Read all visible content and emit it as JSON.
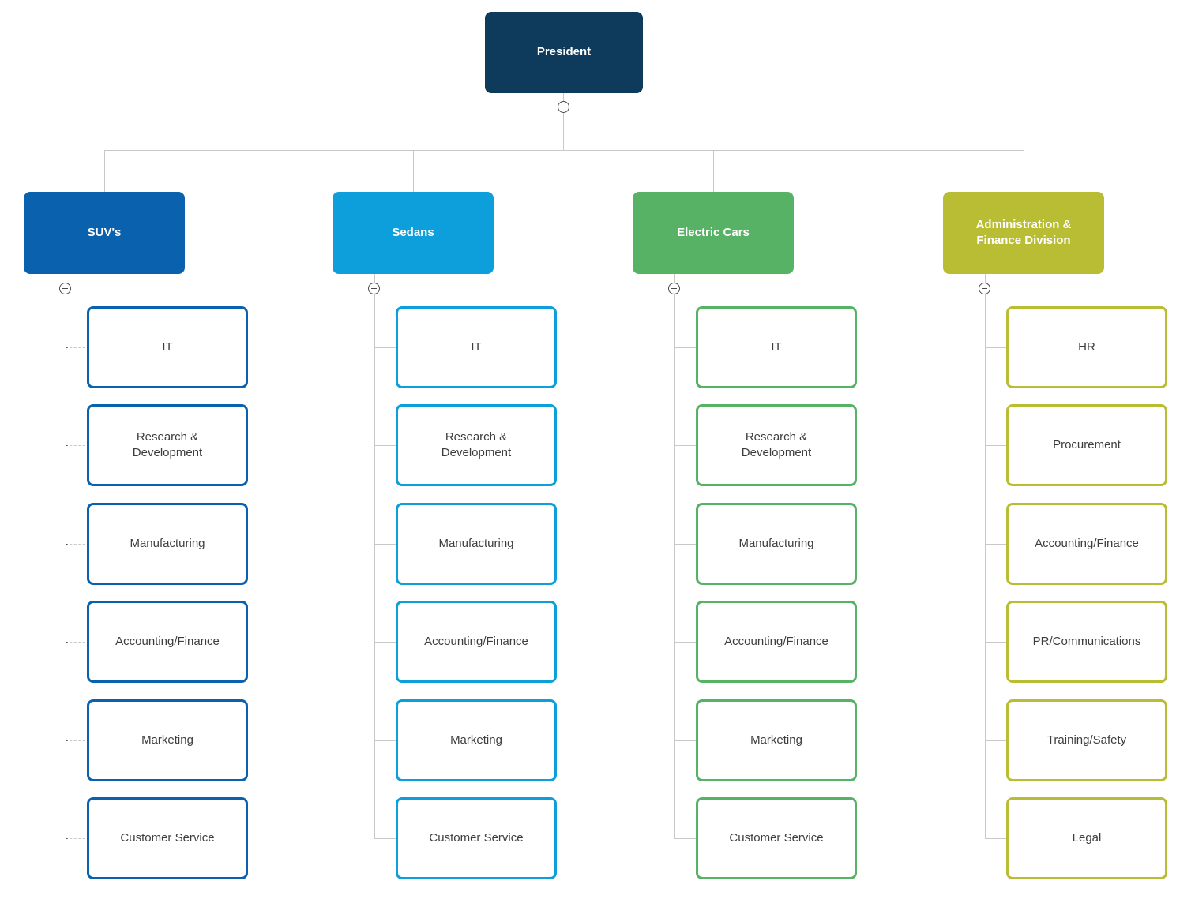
{
  "chart": {
    "root": {
      "label": "President",
      "color": "#0e3a5c"
    },
    "connector_color": "#c9c9c9",
    "icons": {
      "collapse": "minus-circle"
    },
    "columns": [
      {
        "title": "SUV's",
        "color": "#0a61ae",
        "children": [
          "IT",
          "Research & Development",
          "Manufacturing",
          "Accounting/Finance",
          "Marketing",
          "Customer Service"
        ]
      },
      {
        "title": "Sedans",
        "color": "#0d9fdb",
        "children": [
          "IT",
          "Research & Development",
          "Manufacturing",
          "Accounting/Finance",
          "Marketing",
          "Customer Service"
        ]
      },
      {
        "title": "Electric Cars",
        "color": "#57b265",
        "children": [
          "IT",
          "Research & Development",
          "Manufacturing",
          "Accounting/Finance",
          "Marketing",
          "Customer Service"
        ]
      },
      {
        "title": "Administration & Finance Division",
        "color": "#b8bd34",
        "children": [
          "HR",
          "Procurement",
          "Accounting/Finance",
          "PR/Communications",
          "Training/Safety",
          "Legal"
        ]
      }
    ]
  }
}
